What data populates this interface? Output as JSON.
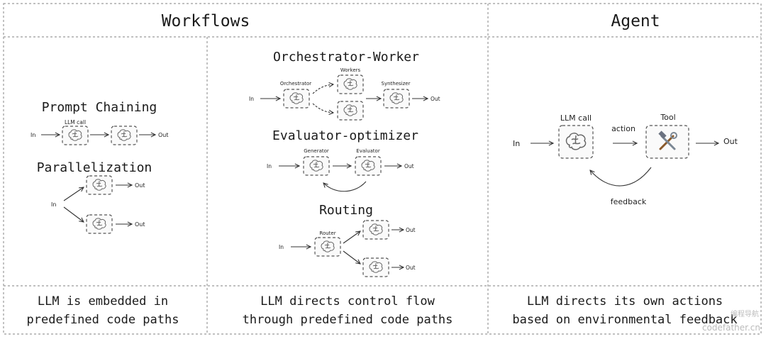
{
  "header": {
    "workflows": "Workflows",
    "agent": "Agent"
  },
  "prompt_chaining": {
    "title": "Prompt Chaining",
    "in": "In",
    "llm_call": "LLM call",
    "out": "Out"
  },
  "parallelization": {
    "title": "Parallelization",
    "in": "In",
    "out_top": "Out",
    "out_bottom": "Out"
  },
  "orchestrator_worker": {
    "title": "Orchestrator-Worker",
    "in": "In",
    "orchestrator": "Orchestrator",
    "workers": "Workers",
    "synthesizer": "Synthesizer",
    "out": "Out"
  },
  "evaluator_optimizer": {
    "title": "Evaluator-optimizer",
    "in": "In",
    "generator": "Generator",
    "evaluator": "Evaluator",
    "out": "Out"
  },
  "routing": {
    "title": "Routing",
    "in": "In",
    "router": "Router",
    "out_top": "Out",
    "out_bottom": "Out"
  },
  "agent": {
    "in": "In",
    "llm_call": "LLM call",
    "action": "action",
    "tool": "Tool",
    "out": "Out",
    "feedback": "feedback",
    "tool_icon": "hammer-and-wrench-icon"
  },
  "footer": {
    "col1_line1": "LLM is embedded in",
    "col1_line2": "predefined code paths",
    "col2_line1": "LLM directs control flow",
    "col2_line2": "through predefined code paths",
    "col3_line1": "LLM directs its own actions",
    "col3_line2": "based on environmental feedback"
  },
  "watermark": {
    "line1": "编程导航",
    "line2": "codefather.cn"
  }
}
